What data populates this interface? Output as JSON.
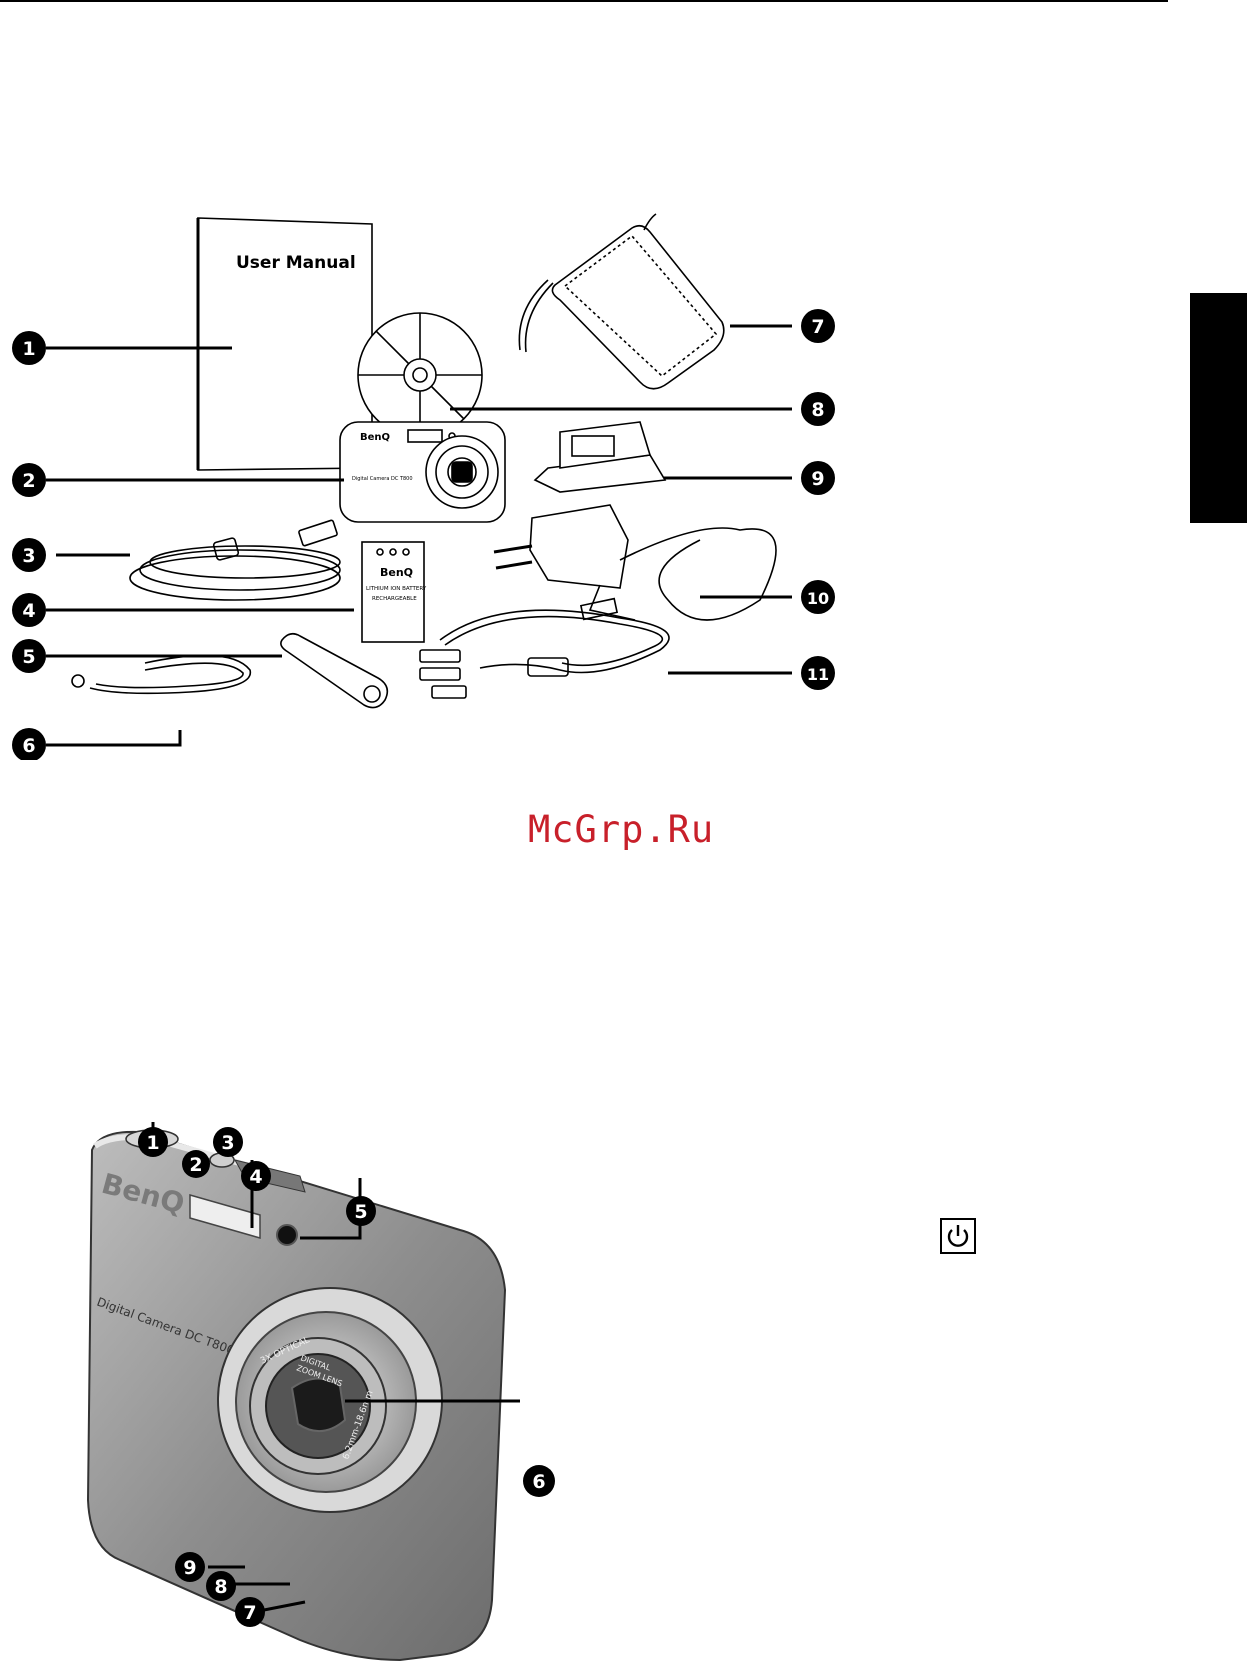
{
  "watermark": "McGrp.Ru",
  "package_contents": {
    "callouts": [
      "1",
      "2",
      "3",
      "4",
      "5",
      "6",
      "7",
      "8",
      "9",
      "10",
      "11"
    ],
    "manual_label": "User Manual",
    "brand": "BenQ",
    "camera_model_label": "Digital Camera DC T800",
    "battery_label_1": "LITHIUM ION BATTERY",
    "battery_label_2": "RECHARGEABLE"
  },
  "camera_front": {
    "callouts": [
      "1",
      "2",
      "3",
      "4",
      "5",
      "6",
      "7",
      "8",
      "9"
    ],
    "brand": "BenQ",
    "model_label": "Digital Camera DC T800",
    "lens_text_1": "3X OPTICAL",
    "lens_text_2": "DIGITAL",
    "lens_text_3": "ZOOM LENS",
    "lens_text_4": "6.2mm-18.6mm"
  },
  "icons": {
    "power": "power-icon"
  }
}
